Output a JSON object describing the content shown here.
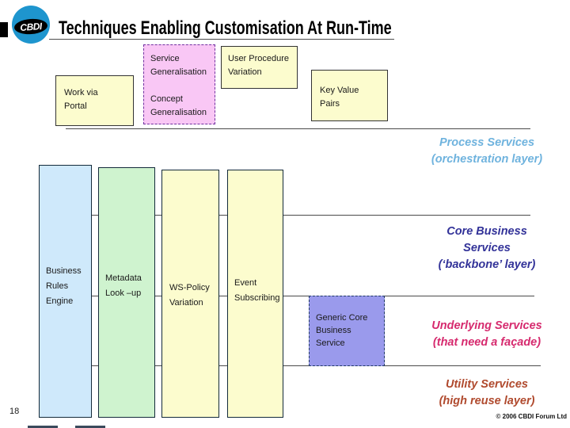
{
  "header": {
    "title": "Techniques Enabling Customisation At Run-Time",
    "logo_text": "CBDI"
  },
  "boxes": {
    "work_via_portal": "Work via\nPortal",
    "service_generalisation": "Service\nGeneralisation",
    "concept_generalisation": "Concept\nGeneralisation",
    "user_procedure_variation": "User Procedure\nVariation",
    "key_value_pairs": "Key Value\nPairs",
    "generic_core_business_service": "Generic Core\nBusiness\nService"
  },
  "columns": [
    {
      "label": "Business\nRules\nEngine",
      "fill_color": "#CFE9FB"
    },
    {
      "label": "Metadata\nLook –up",
      "fill_color": "#CFF3CF"
    },
    {
      "label": "WS-Policy\nVariation",
      "fill_color": "#FCFCCE"
    },
    {
      "label": "Event\nSubscribing",
      "fill_color": "#FCFCCE"
    }
  ],
  "layers": [
    {
      "label": "Process Services\n(orchestration layer)",
      "color": "#6FB3DE"
    },
    {
      "label": "Core Business\nServices\n(‘backbone’ layer)",
      "color": "#333399"
    },
    {
      "label": "Underlying Services\n(that need a façade)",
      "color": "#D62A6E"
    },
    {
      "label": "Utility Services\n(high reuse layer)",
      "color": "#B04A2E"
    }
  ],
  "footer": {
    "page_number": "18",
    "copyright": "© 2006 CBDI Forum Ltd"
  },
  "palette": {
    "yellow_box": "#FCFCCE",
    "pink_box": "#F9C7F5",
    "periwinkle_box": "#9A9AEC",
    "logo_blue": "#1E95CE"
  }
}
